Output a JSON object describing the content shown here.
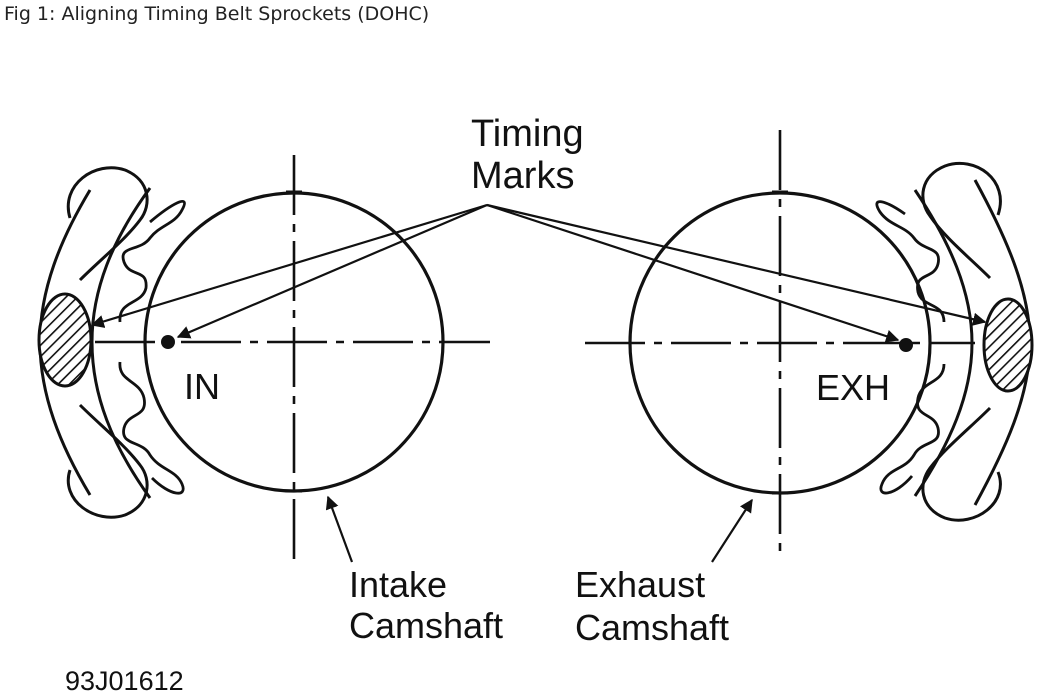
{
  "figure": {
    "caption": "Fig 1: Aligning Timing Belt Sprockets (DOHC)",
    "figure_code": "93J01612"
  },
  "labels": {
    "timing_marks_line1": "Timing",
    "timing_marks_line2": "Marks",
    "intake_short": "IN",
    "exhaust_short": "EXH",
    "intake_line1": "Intake",
    "intake_line2": "Camshaft",
    "exhaust_line1": "Exhaust",
    "exhaust_line2": "Camshaft"
  }
}
